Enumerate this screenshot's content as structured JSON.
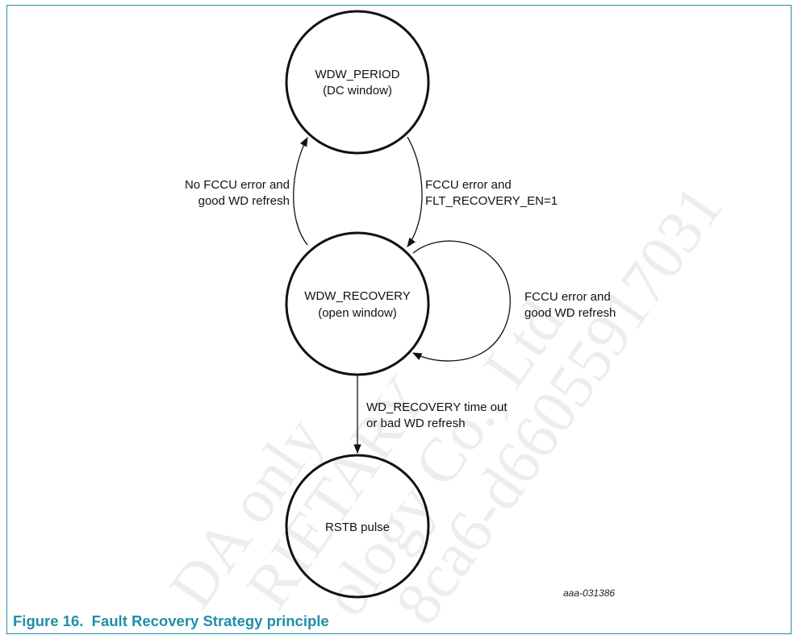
{
  "states": {
    "wdw_period": {
      "line1": "WDW_PERIOD",
      "line2": "(DC window)"
    },
    "wdw_recovery": {
      "line1": "WDW_RECOVERY",
      "line2": "(open window)"
    },
    "rstb": {
      "line1": "RSTB pulse"
    }
  },
  "transitions": {
    "recovery_to_period": {
      "line1": "No FCCU error and",
      "line2": "good WD refresh"
    },
    "period_to_recovery": {
      "line1": "FCCU error and",
      "line2": "FLT_RECOVERY_EN=1"
    },
    "recovery_self": {
      "line1": "FCCU error and",
      "line2": "good WD refresh"
    },
    "recovery_to_rstb": {
      "line1": "WD_RECOVERY time out",
      "line2": "or bad WD refresh"
    }
  },
  "watermark": {
    "line1": "DA only",
    "line2": "RIETARY",
    "line3": "ology Co., Ltd.",
    "line4": "8ca6-d66055917031"
  },
  "figure_id": "aaa-031386",
  "caption": "Figure 16.  Fault Recovery Strategy principle",
  "colors": {
    "frame": "#1f8fa8",
    "caption": "#1f8fa8"
  }
}
